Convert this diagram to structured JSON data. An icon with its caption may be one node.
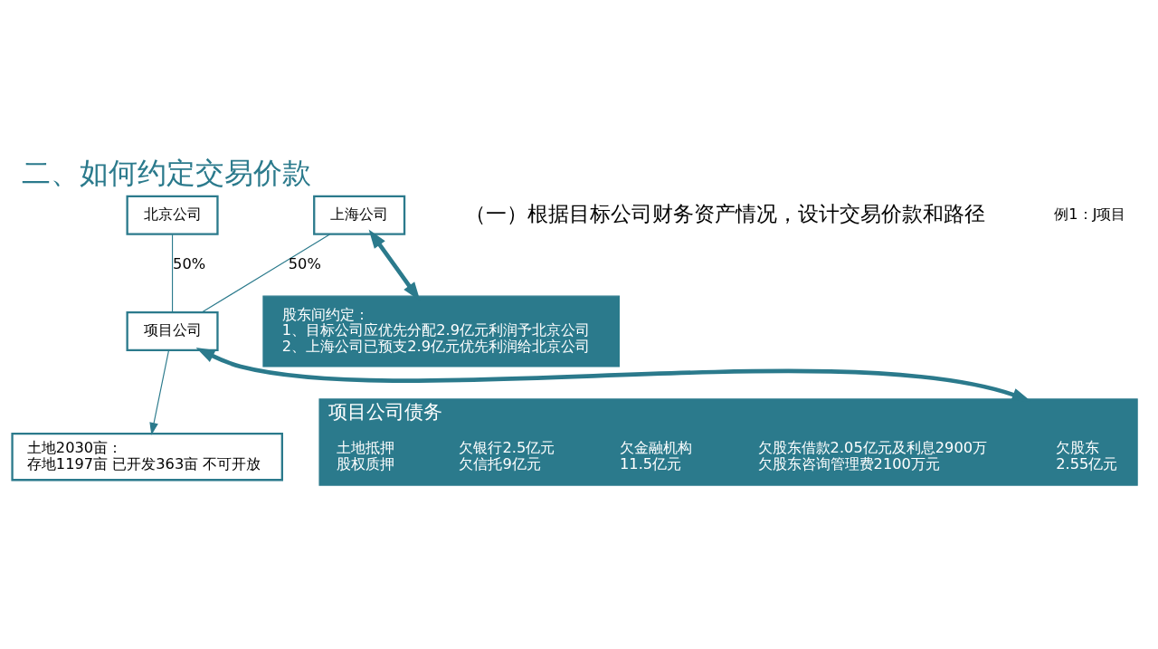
{
  "diagram": {
    "title": "二、如何约定交易价款",
    "nodes": [
      {
        "text": [
          "北京公司"
        ]
      },
      {
        "text": [
          "上海公司"
        ]
      },
      {
        "text": [
          "项目公司"
        ]
      },
      {
        "text": [
          "土地2030亩：",
          "存地1197亩 已开发363亩 不可开放"
        ]
      },
      {
        "text": [
          "股东间约定：",
          "1、目标公司应优先分配2.9亿元利润予北京公司",
          "2、上海公司已预支2.9亿元优先利润给北京公司"
        ]
      },
      {
        "text": [
          "项目公司债务"
        ]
      },
      {
        "text": [
          "欠股东",
          "2.55亿元"
        ],
        "in": 5
      },
      {
        "text": [
          "欠股东借款2.05亿元及利息2900万",
          "欠股东咨询管理费2100万元"
        ],
        "in": 5
      },
      {
        "text": [
          "欠金融机构",
          "11.5亿元"
        ],
        "in": 5
      },
      {
        "text": [
          "欠银行2.5亿元",
          "欠信托9亿元"
        ],
        "in": 5
      },
      {
        "text": [
          "土地抵押",
          "股权质押"
        ],
        "in": 5
      }
    ],
    "edges": [
      {
        "from": 0,
        "to": 2,
        "arrow": "none",
        "label": "50%"
      },
      {
        "from": 1,
        "to": 2,
        "arrow": "none",
        "label": "50%"
      },
      {
        "from": 2,
        "to": 3,
        "arrow": "to"
      },
      {
        "from": 1,
        "to": 4,
        "arrow": "both",
        "style": "thick"
      },
      {
        "from": 2,
        "to": 5,
        "arrow": "both",
        "style": "thick"
      }
    ],
    "labels": [
      "（一）根据目标公司财务资产情况，设计交易价款和路径",
      "例1：J项目"
    ]
  }
}
